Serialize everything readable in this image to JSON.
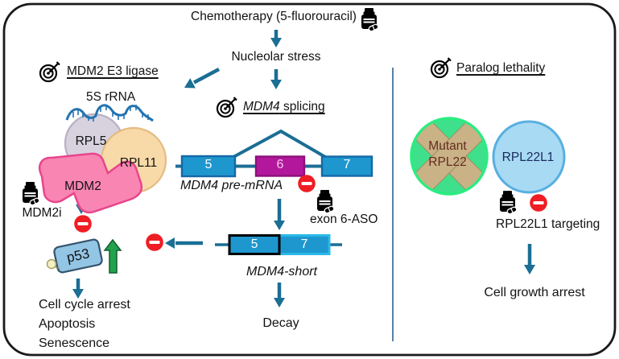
{
  "figure": {
    "top": {
      "chemotherapy": "Chemotherapy (5-fluorouracil)",
      "nucleolar_stress": "Nucleolar stress"
    },
    "left": {
      "header": "MDM2 E3 ligase",
      "rrna_label": "5S rRNA",
      "rpl5": "RPL5",
      "rpl11": "RPL11",
      "mdm2": "MDM2",
      "mdm2i": "MDM2i",
      "p53": "p53",
      "outcomes": [
        "Cell cycle arrest",
        "Apoptosis",
        "Senescence"
      ]
    },
    "middle": {
      "header_gene": "MDM4",
      "header_rest": " splicing",
      "pre_mrna": {
        "exon5": "5",
        "exon6": "6",
        "exon7": "7",
        "label": "MDM4 pre-mRNA"
      },
      "aso_label": "exon 6-ASO",
      "short": {
        "exon5": "5",
        "exon7": "7",
        "label": "MDM4-short"
      },
      "decay": "Decay"
    },
    "right": {
      "header": "Paralog lethality",
      "mutant_line1": "Mutant",
      "mutant_line2": "RPL22",
      "rpl22l1": "RPL22L1",
      "targeting": "RPL22L1 targeting",
      "outcome": "Cell growth arrest"
    },
    "colors": {
      "arrow_teal": "#1B6E94",
      "exon_blue": "#1E97CF",
      "exon_magenta": "#B3189C",
      "short_exon_border_cyan": "#2AB8E9",
      "inhibit_red": "#EF1D24",
      "increase_green": "#23A24D",
      "mdm2_pink": "#F985B2",
      "rpl5_lavender": "#D8D2DF",
      "rpl11_peach": "#F8DAA9",
      "mutant_green": "#3FE08C",
      "mutant_x_tan": "#C8B286",
      "paralog_blue": "#A9DAF3",
      "p53_blue": "#93C5E4",
      "rna_blue": "#2273B0",
      "divider_blue": "#31618F"
    }
  }
}
